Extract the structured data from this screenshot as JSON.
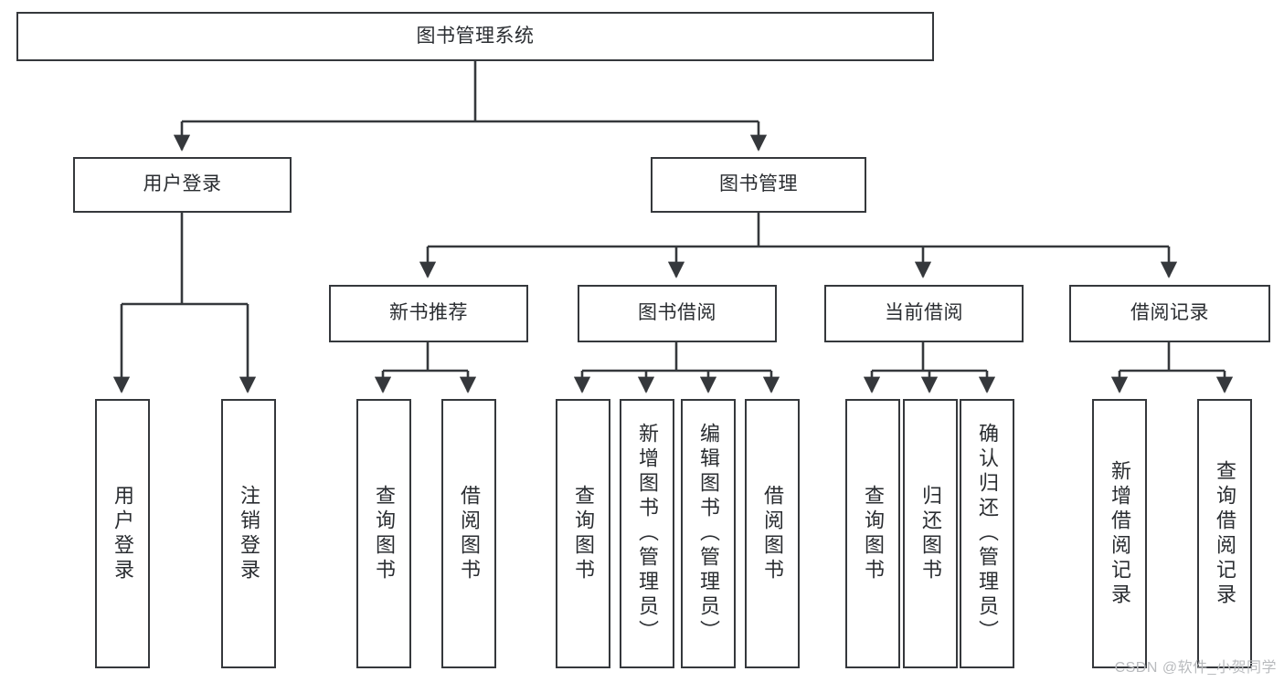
{
  "diagram": {
    "type": "hierarchy-tree",
    "title": "图书管理系统",
    "colors": {
      "box_border": "#35383c",
      "box_fill": "#ffffff",
      "connector": "#35383c",
      "text": "#2a2d31",
      "watermark": "#b9bbbe",
      "background": "#ffffff"
    },
    "levels": [
      {
        "level": 1,
        "nodes": [
          {
            "id": "root",
            "label": "图书管理系统",
            "orientation": "horizontal"
          }
        ]
      },
      {
        "level": 2,
        "nodes": [
          {
            "id": "login",
            "label": "用户登录",
            "orientation": "horizontal",
            "parent": "root"
          },
          {
            "id": "bookmgmt",
            "label": "图书管理",
            "orientation": "horizontal",
            "parent": "root"
          }
        ]
      },
      {
        "level": 3,
        "nodes": [
          {
            "id": "newbook",
            "label": "新书推荐",
            "orientation": "horizontal",
            "parent": "bookmgmt"
          },
          {
            "id": "borrow",
            "label": "图书借阅",
            "orientation": "horizontal",
            "parent": "bookmgmt"
          },
          {
            "id": "current",
            "label": "当前借阅",
            "orientation": "horizontal",
            "parent": "bookmgmt"
          },
          {
            "id": "records",
            "label": "借阅记录",
            "orientation": "horizontal",
            "parent": "bookmgmt"
          }
        ]
      },
      {
        "level": 4,
        "nodes": [
          {
            "id": "leaf-user-login",
            "label": "用户登录",
            "orientation": "vertical",
            "parent": "login"
          },
          {
            "id": "leaf-user-logout",
            "label": "注销登录",
            "orientation": "vertical",
            "parent": "login"
          },
          {
            "id": "leaf-query-book-1",
            "label": "查询图书",
            "orientation": "vertical",
            "parent": "newbook"
          },
          {
            "id": "leaf-borrow-book-1",
            "label": "借阅图书",
            "orientation": "vertical",
            "parent": "newbook"
          },
          {
            "id": "leaf-query-book-2",
            "label": "查询图书",
            "orientation": "vertical",
            "parent": "borrow"
          },
          {
            "id": "leaf-add-book",
            "label": "新增图书（管理员）",
            "orientation": "vertical",
            "parent": "borrow"
          },
          {
            "id": "leaf-edit-book",
            "label": "编辑图书（管理员）",
            "orientation": "vertical",
            "parent": "borrow"
          },
          {
            "id": "leaf-borrow-book-2",
            "label": "借阅图书",
            "orientation": "vertical",
            "parent": "borrow"
          },
          {
            "id": "leaf-query-book-3",
            "label": "查询图书",
            "orientation": "vertical",
            "parent": "current"
          },
          {
            "id": "leaf-return-book",
            "label": "归还图书",
            "orientation": "vertical",
            "parent": "current"
          },
          {
            "id": "leaf-confirm-return",
            "label": "确认归还（管理员）",
            "orientation": "vertical",
            "parent": "current"
          },
          {
            "id": "leaf-add-record",
            "label": "新增借阅记录",
            "orientation": "vertical",
            "parent": "records"
          },
          {
            "id": "leaf-query-record",
            "label": "查询借阅记录",
            "orientation": "vertical",
            "parent": "records"
          }
        ]
      }
    ]
  },
  "watermark": {
    "text": "CSDN @软件_小贺同学"
  }
}
